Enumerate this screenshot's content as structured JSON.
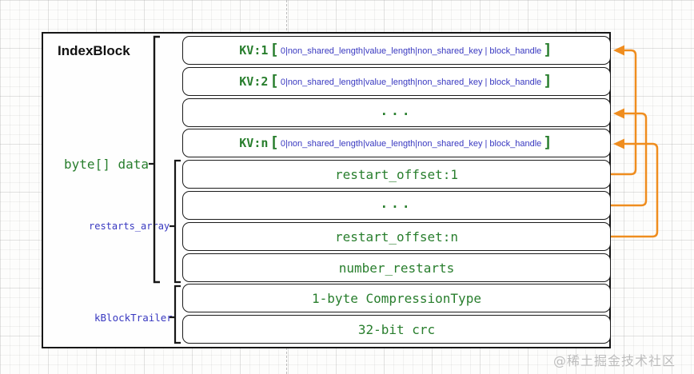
{
  "colors": {
    "text_green": "#287e2d",
    "text_blue": "#3838c0",
    "arrow_orange": "#ef8d1f",
    "box_border": "#171717",
    "watermark_gray": "#bdbdbd"
  },
  "diagram": {
    "title": "IndexBlock",
    "punct": {
      "open": "[",
      "close": "]"
    },
    "rows": [
      {
        "kind": "kv",
        "prefix": "KV:1",
        "payload": "0|non_shared_length|value_length|non_shared_key | block_handle"
      },
      {
        "kind": "kv",
        "prefix": "KV:2",
        "payload": "0|non_shared_length|value_length|non_shared_key | block_handle"
      },
      {
        "kind": "ellipsis",
        "label": "..."
      },
      {
        "kind": "kv",
        "prefix": "KV:n",
        "payload": "0|non_shared_length|value_length|non_shared_key | block_handle"
      },
      {
        "kind": "plain",
        "label": "restart_offset:1"
      },
      {
        "kind": "ellipsis",
        "label": "..."
      },
      {
        "kind": "plain",
        "label": "restart_offset:n"
      },
      {
        "kind": "plain",
        "label": "number_restarts"
      },
      {
        "kind": "plain",
        "label": "1-byte CompressionType"
      },
      {
        "kind": "plain",
        "label": "32-bit crc"
      }
    ],
    "brackets": [
      {
        "label": "byte[] data",
        "spans": "KV:1 through number_restarts"
      },
      {
        "label": "restarts_array",
        "spans": "restart_offset:1 through number_restarts"
      },
      {
        "label": "kBlockTrailer",
        "spans": "1-byte CompressionType through 32-bit crc"
      }
    ],
    "arrows": [
      {
        "from": "restart_offset:1",
        "to": "KV:1"
      },
      {
        "from": "... (restarts)",
        "to": "... (KV entries)"
      },
      {
        "from": "restart_offset:n",
        "to": "KV:n"
      }
    ],
    "watermark": "@稀土掘金技术社区"
  }
}
